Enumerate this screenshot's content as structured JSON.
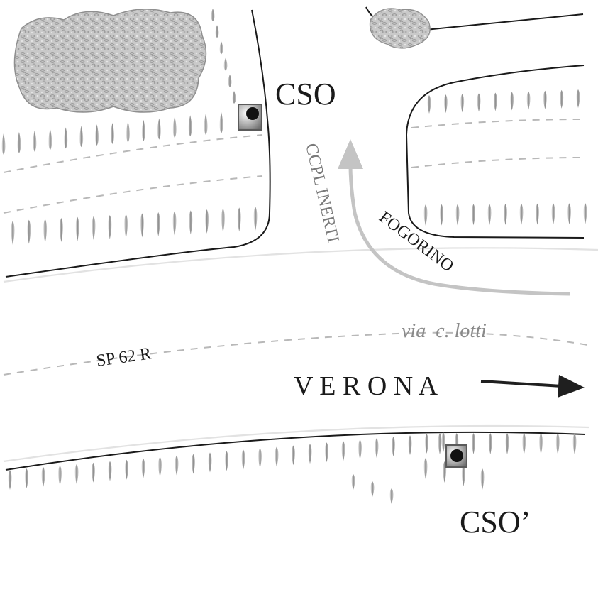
{
  "map": {
    "labels": {
      "cso_north": "CSO",
      "cso_south": "CSO’",
      "ccpl": "CCPL INERTI",
      "fogorino": "FOGORINO",
      "via": "via  c. lotti",
      "road": "SP 62 R",
      "verona": "V E R O N A"
    },
    "colors": {
      "road_edge": "#1a1a1a",
      "dash": "#b8b8b8",
      "curb_light": "#e2e2e2",
      "tree": "#bdbdbd",
      "tree_edge": "#8f8f8f",
      "flow_arrow": "#c4c4c4",
      "verona_arrow": "#1f1f1f",
      "via_text": "#8a8a8a",
      "ccpl_text": "#7a7a7a"
    },
    "icons": [
      "tree-canopy",
      "tree-canopy-small",
      "sampling-point-icon",
      "direction-arrow",
      "flow-arrow",
      "hatch-tick"
    ]
  }
}
